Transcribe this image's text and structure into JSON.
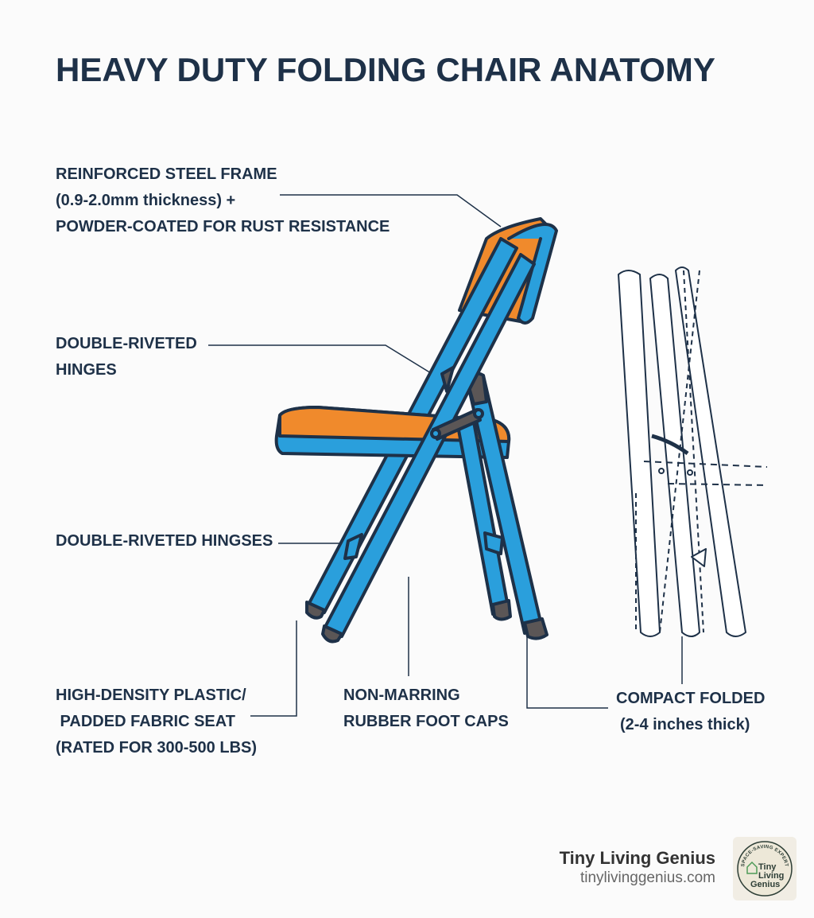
{
  "title": "HEAVY DUTY FOLDING CHAIR ANATOMY",
  "labels": {
    "frame": [
      "REINFORCED STEEL FRAME",
      "(0.9-2.0mm thickness) +",
      "POWDER-COATED FOR RUST RESISTANCE"
    ],
    "hinges": [
      "DOUBLE-RIVETED",
      "HINGES"
    ],
    "hinges2": [
      "DOUBLE-RIVETED HINGSES"
    ],
    "seat": [
      "HIGH-DENSITY PLASTIC/",
      " PADDED FABRIC SEAT",
      "(RATED FOR 300-500 LBS)"
    ],
    "caps": [
      "NON-MARRING",
      "RUBBER FOOT CAPS"
    ],
    "folded": [
      "COMPACT FOLDED",
      "(2-4 inches thick)"
    ]
  },
  "brand": {
    "name": "Tiny Living Genius",
    "url": "tinylivinggenius.com",
    "badge_arc": "SPACE-SAVING EXPERT",
    "badge_name": [
      "Tiny",
      "Living",
      "Genius"
    ]
  },
  "colors": {
    "navy": "#1e3148",
    "blue": "#2a9fdc",
    "orange": "#f08a2c",
    "cap": "#5b5656"
  }
}
